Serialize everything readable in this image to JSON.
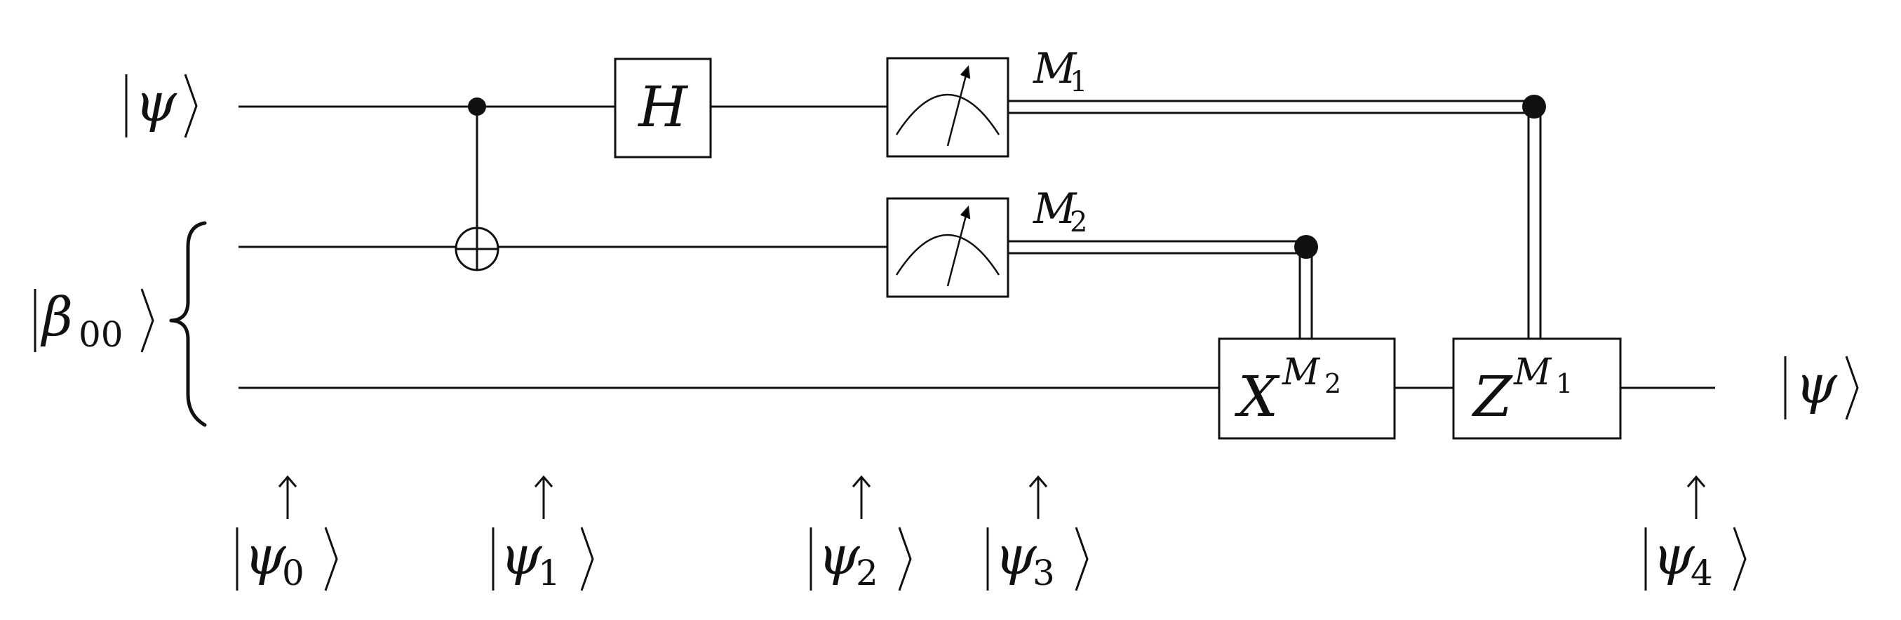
{
  "diagram": {
    "inputs": {
      "psi": "ψ",
      "beta_base": "β",
      "beta_sub": "00"
    },
    "gates": {
      "hadamard": "H",
      "x_gate": {
        "base": "X",
        "sup": "M",
        "sup_sub": "2"
      },
      "z_gate": {
        "base": "Z",
        "sup": "M",
        "sup_sub": "1"
      }
    },
    "measurements": [
      {
        "base": "M",
        "sub": "1"
      },
      {
        "base": "M",
        "sub": "2"
      }
    ],
    "output": "ψ",
    "stages": [
      {
        "base": "ψ",
        "sub": "0"
      },
      {
        "base": "ψ",
        "sub": "1"
      },
      {
        "base": "ψ",
        "sub": "2"
      },
      {
        "base": "ψ",
        "sub": "3"
      },
      {
        "base": "ψ",
        "sub": "4"
      }
    ],
    "arrow_glyph": "↑"
  }
}
